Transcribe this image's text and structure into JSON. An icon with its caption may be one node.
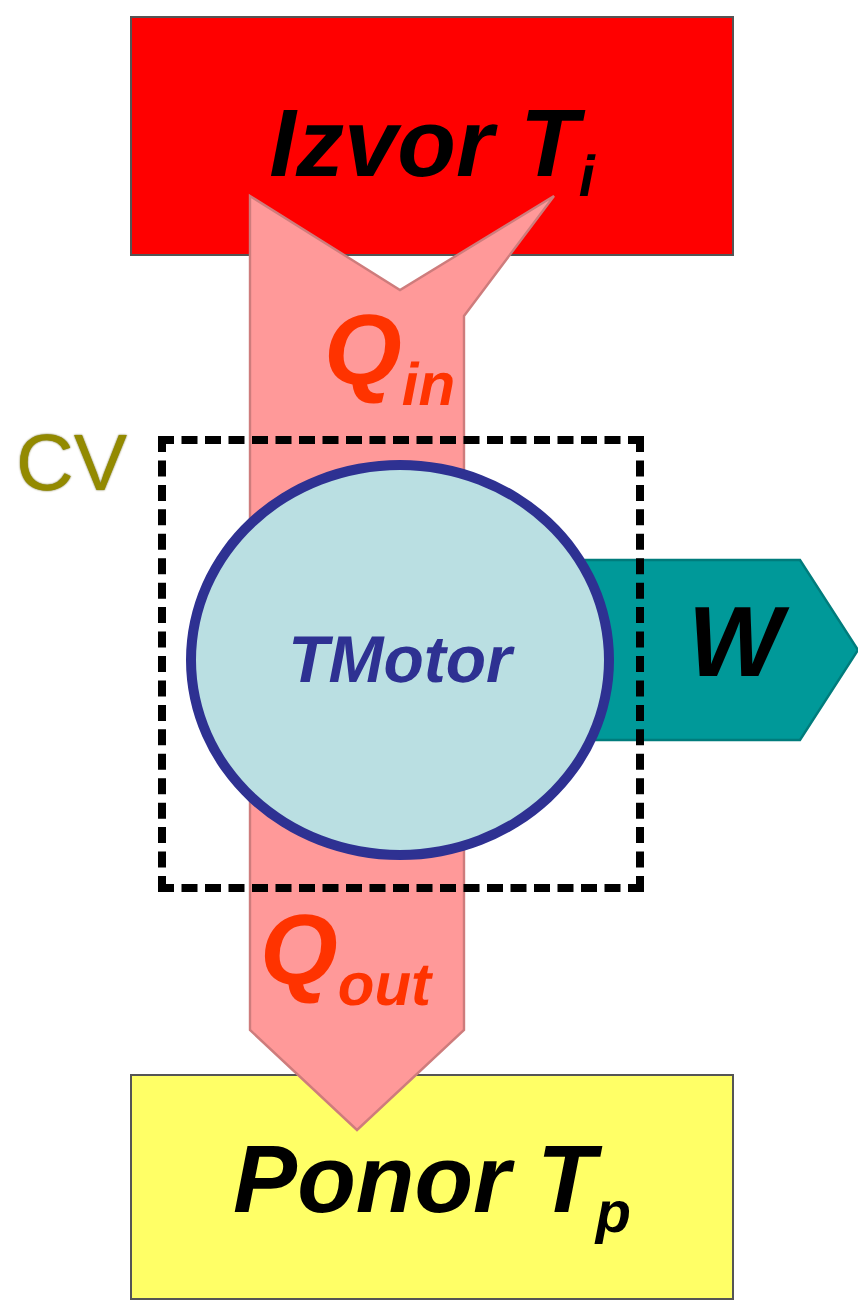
{
  "diagram": {
    "nodes": [
      {
        "text": [
          "Izvor T$_{i}$"
        ]
      },
      {
        "text": [
          "Ponor T$_{p}$"
        ]
      },
      {
        "text": [
          "CV"
        ]
      },
      {
        "text": [
          "TMotor"
        ],
        "in": 2
      }
    ],
    "edges": [
      {
        "from": 0,
        "to": 3,
        "arrow": "none",
        "label": "Q$_{in}$",
        "color": "#ff9999"
      },
      {
        "from": 3,
        "to": 1,
        "arrow": "to",
        "label": "Q$_{out}$",
        "color": "#ff9999"
      },
      {
        "from": 3,
        "to": null,
        "arrow": "to",
        "label": "W",
        "color": "#009999"
      }
    ]
  }
}
